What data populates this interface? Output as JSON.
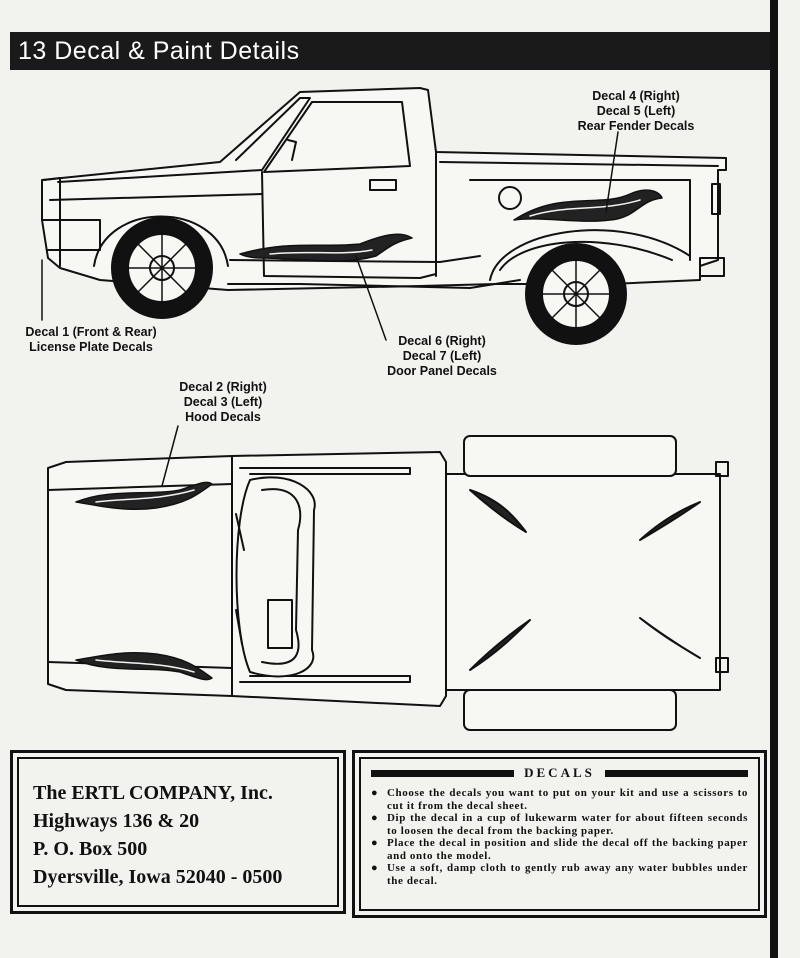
{
  "header": {
    "title": "13  Decal & Paint Details"
  },
  "callouts": {
    "rear_fender": [
      "Decal 4 (Right)",
      "Decal 5 (Left)",
      "Rear Fender Decals"
    ],
    "license_plate": [
      "Decal 1 (Front & Rear)",
      "License Plate Decals"
    ],
    "door_panel": [
      "Decal 6 (Right)",
      "Decal 7 (Left)",
      "Door Panel Decals"
    ],
    "hood": [
      "Decal 2 (Right)",
      "Decal 3 (Left)",
      "Hood Decals"
    ]
  },
  "company": {
    "lines": [
      "The ERTL COMPANY, Inc.",
      "Highways  136  &  20",
      "P. O. Box  500",
      "Dyersville,  Iowa  52040 - 0500"
    ]
  },
  "decals": {
    "title": "DECALS",
    "steps": [
      "Choose the decals you want to put on your kit and use a scissors to cut it from the decal sheet.",
      "Dip the decal in a cup of lukewarm water for about fifteen seconds to loosen the decal from the backing paper.",
      "Place the decal in position and slide the decal off the backing paper and onto the model.",
      "Use a soft, damp cloth to gently rub away any water bubbles under the decal."
    ]
  }
}
